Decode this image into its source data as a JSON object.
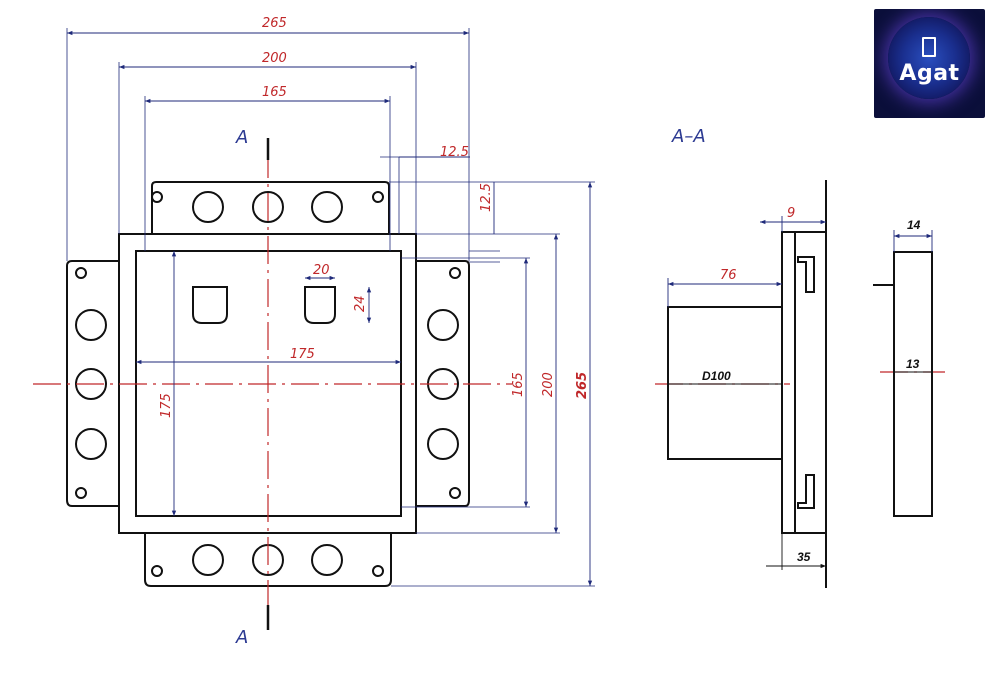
{
  "logo": {
    "text": "Agat"
  },
  "section_labels": {
    "top": "A",
    "bottom": "A",
    "view": "A–A"
  },
  "front_view": {
    "dims": {
      "overall_width": "265",
      "frame_width": "200",
      "opening_width": "165",
      "offset_h": "12.5",
      "offset_v": "12.5",
      "cutout_width": "20",
      "cutout_height": "24",
      "inner_width": "175",
      "inner_height": "175",
      "opening_height": "165",
      "frame_height": "200",
      "overall_height": "265"
    }
  },
  "section_view": {
    "dims": {
      "plate_thickness": "9",
      "body_depth": "76",
      "body_diameter": "D100",
      "depth_total": "35"
    }
  },
  "side_view": {
    "dims": {
      "top_width": "14",
      "mid_width": "13"
    }
  },
  "colors": {
    "red_dim": "#c0282a",
    "blue_dim": "#1f2a7a",
    "outline": "#111111"
  }
}
